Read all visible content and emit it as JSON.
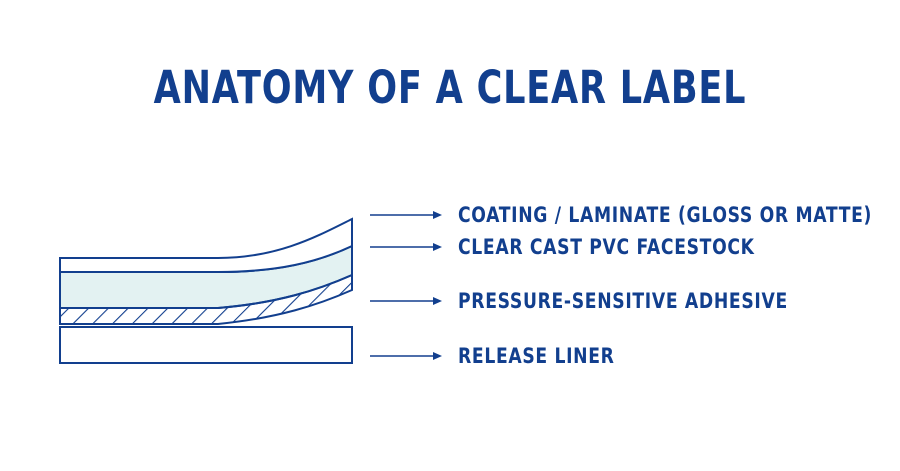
{
  "title": "ANATOMY OF A CLEAR LABEL",
  "colors": {
    "primary": "#123f8e",
    "facestock_fill": "#e3f2f2",
    "background": "#ffffff"
  },
  "layers": [
    {
      "label": "COATING / LAMINATE (GLOSS OR MATTE)"
    },
    {
      "label": "CLEAR CAST PVC FACESTOCK"
    },
    {
      "label": "PRESSURE-SENSITIVE ADHESIVE"
    },
    {
      "label": "RELEASE LINER"
    }
  ]
}
